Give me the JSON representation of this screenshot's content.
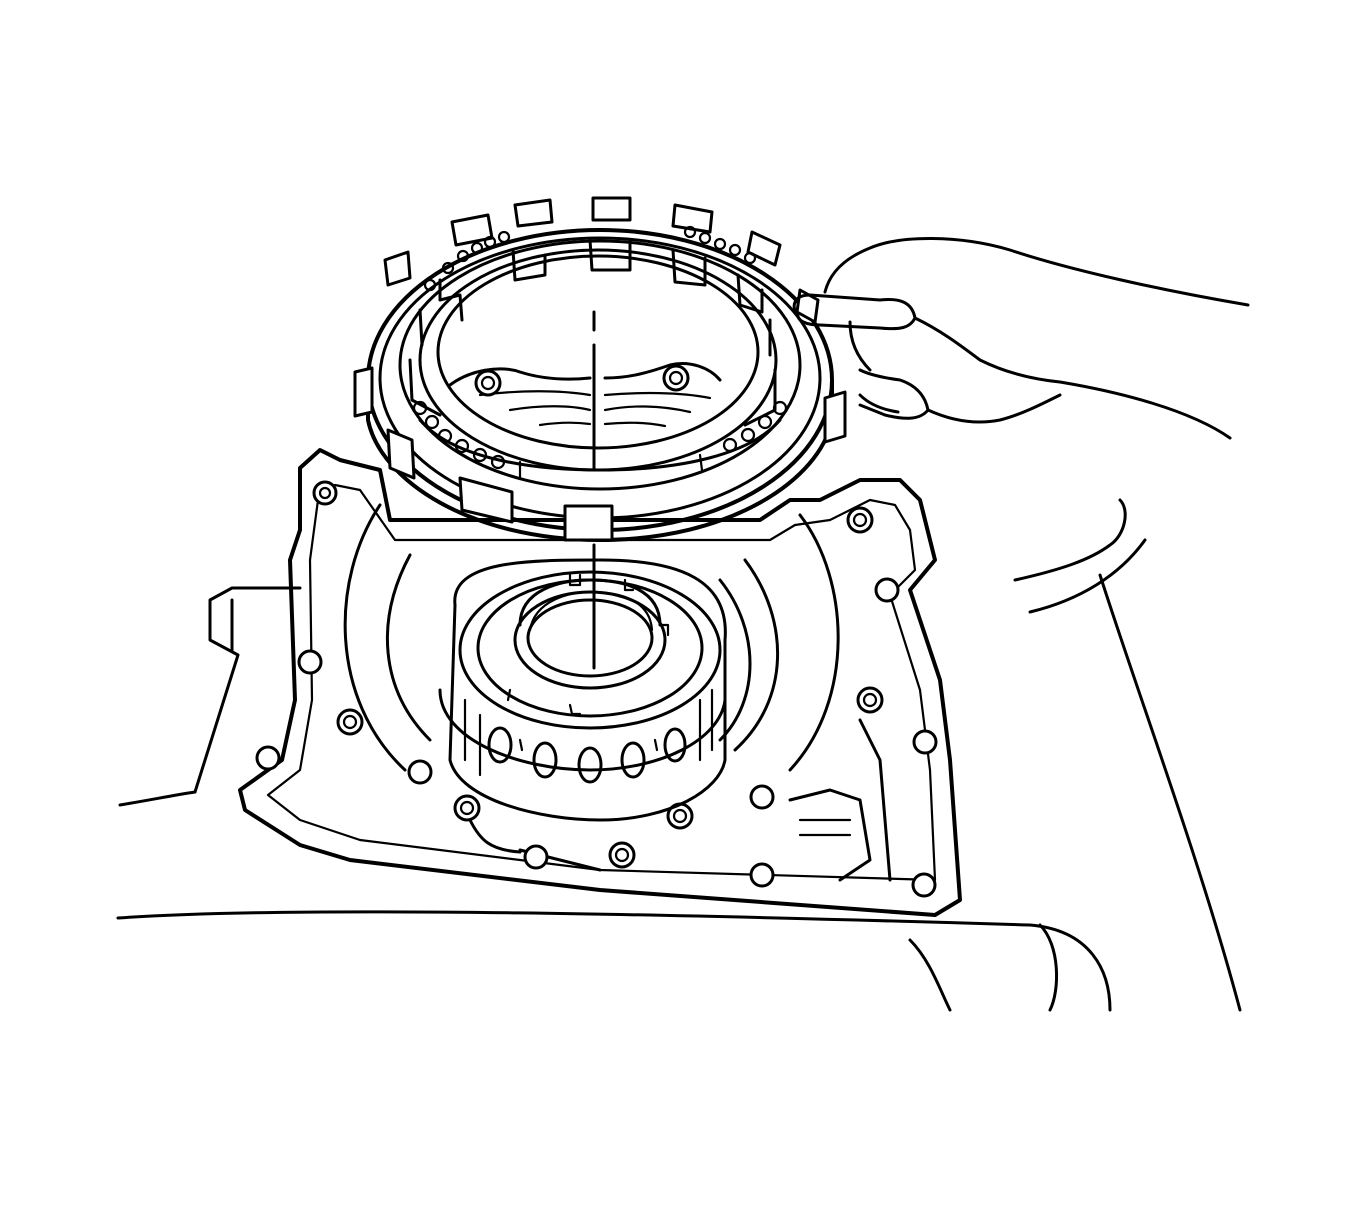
{
  "figure": {
    "background": "#ffffff",
    "line_color": "#000000",
    "description_parts": [
      "clutch-plate-assembly",
      "transmission-case",
      "clutch-hub-drum",
      "technician-hand",
      "alignment-guide-line"
    ]
  }
}
